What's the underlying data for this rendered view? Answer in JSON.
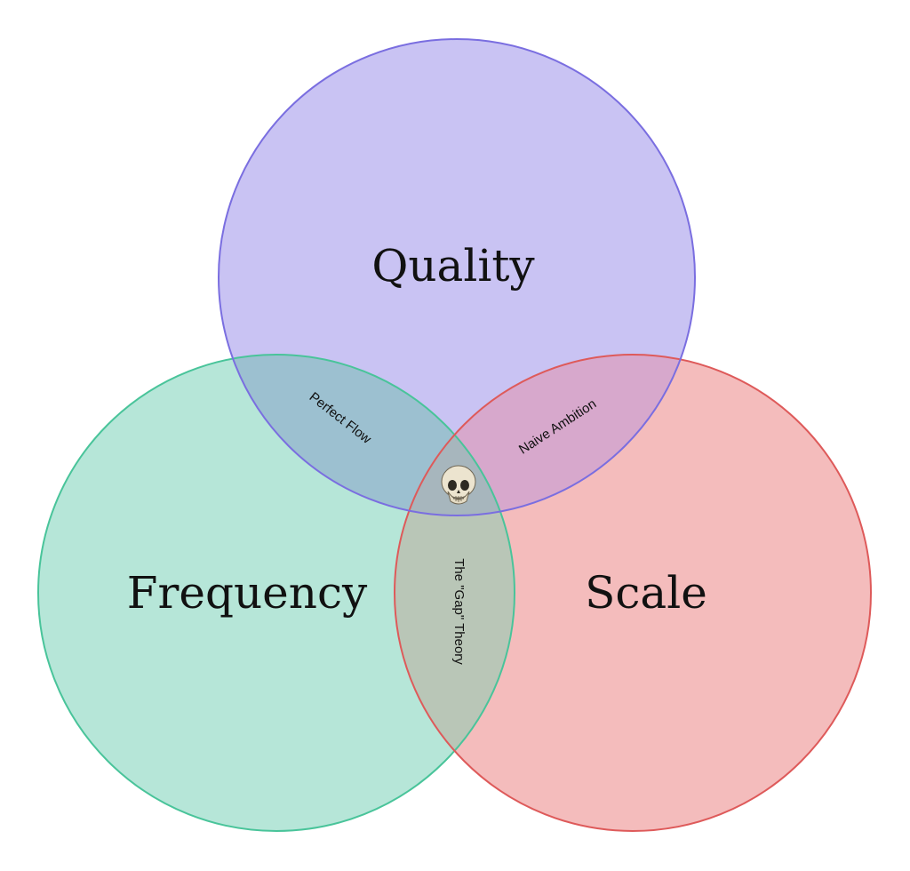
{
  "diagram": {
    "type": "venn",
    "sets": [
      {
        "key": "quality",
        "label": "Quality",
        "fill": "#c9c3f3",
        "stroke": "#7a6ee0"
      },
      {
        "key": "frequency",
        "label": "Frequency",
        "fill": "#b6e6d8",
        "stroke": "#49c49a"
      },
      {
        "key": "scale",
        "label": "Scale",
        "fill": "#f4bcbc",
        "stroke": "#de5a5a"
      }
    ],
    "intersections": [
      {
        "key": "quality-frequency",
        "label": "Perfect Flow"
      },
      {
        "key": "quality-scale",
        "label": "Naive Ambition"
      },
      {
        "key": "frequency-scale",
        "label": "The \"Gap\" Theory"
      }
    ],
    "center": {
      "icon": "skull-icon"
    }
  }
}
